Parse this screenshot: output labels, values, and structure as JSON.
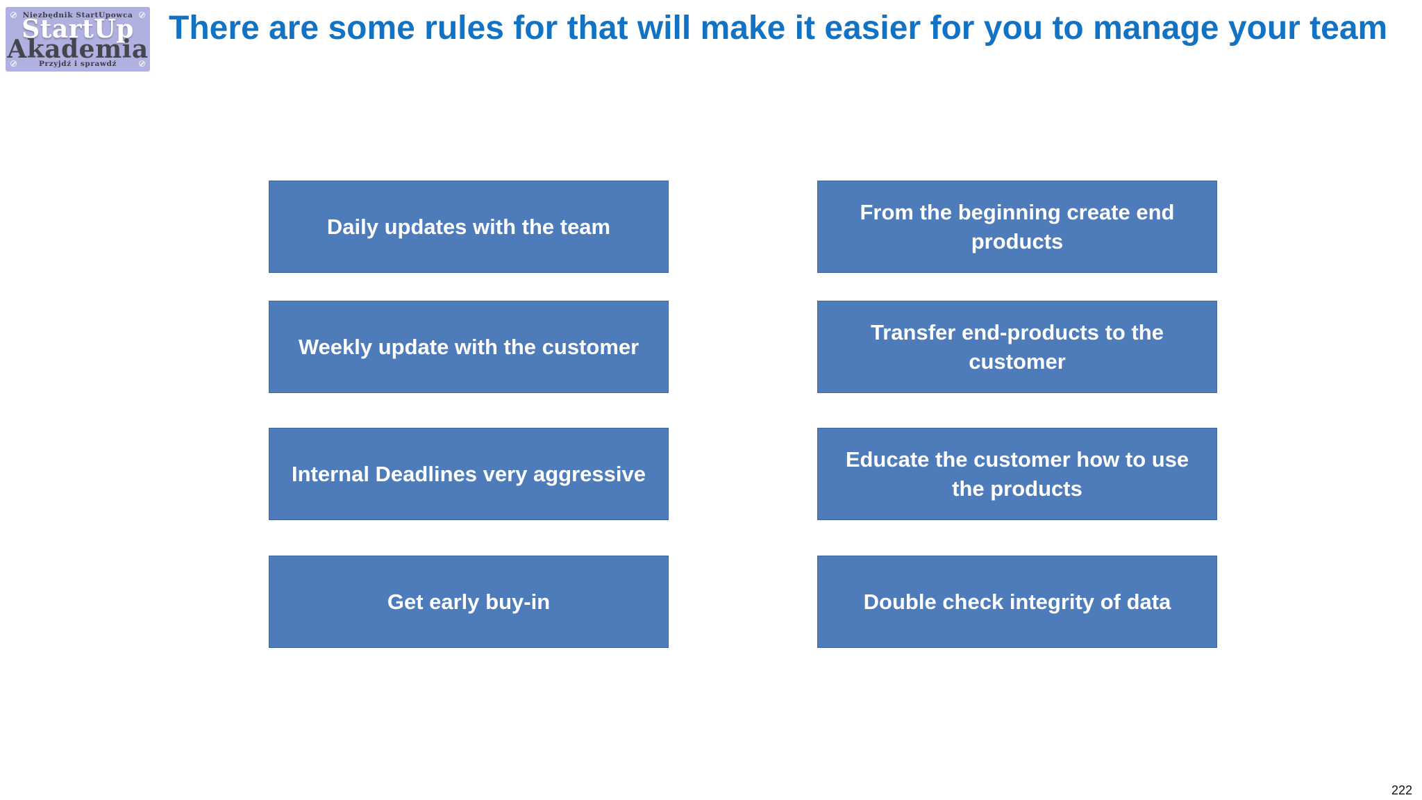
{
  "logo": {
    "tagline_top": "Niezbędnik StartUpowca",
    "name_line1": "StartUp",
    "name_line2": "Akademia",
    "tagline_bottom": "Przyjdź i sprawdź"
  },
  "header": {
    "title": "There are some rules for that will make it easier for you to manage your team"
  },
  "rules": {
    "left": [
      "Daily updates with the team",
      "Weekly update with the customer",
      "Internal Deadlines very aggressive",
      "Get early buy-in"
    ],
    "right": [
      "From the beginning create end products",
      "Transfer end-products to the customer",
      "Educate the customer how to use the products",
      "Double check integrity of data"
    ]
  },
  "footer": {
    "page_number": "222"
  },
  "colors": {
    "title_blue": "#1272C4",
    "box_fill": "#4E7CBA",
    "box_border": "#42699F",
    "logo_bg": "#B1B1E1",
    "logo_dark": "#45454E"
  }
}
